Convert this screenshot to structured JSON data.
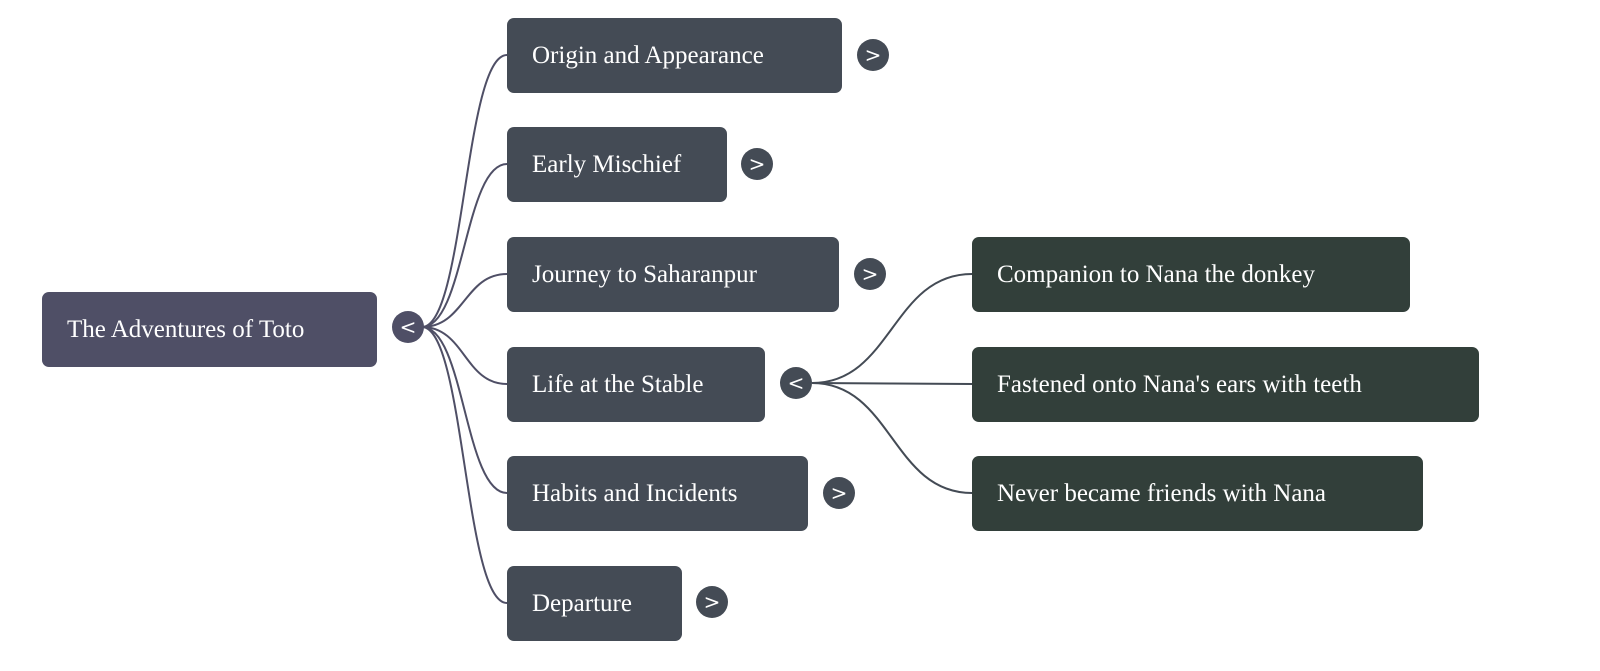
{
  "root": {
    "label": "The Adventures of Toto",
    "toggle": "<"
  },
  "children": [
    {
      "label": "Origin and Appearance",
      "toggle": ">"
    },
    {
      "label": "Early Mischief",
      "toggle": ">"
    },
    {
      "label": "Journey to Saharanpur",
      "toggle": ">"
    },
    {
      "label": "Life at the Stable",
      "toggle": "<",
      "children": [
        {
          "label": "Companion to Nana the donkey"
        },
        {
          "label": "Fastened onto Nana's ears with teeth"
        },
        {
          "label": "Never became friends with Nana"
        }
      ]
    },
    {
      "label": "Habits and Incidents",
      "toggle": ">"
    },
    {
      "label": "Departure",
      "toggle": ">"
    }
  ],
  "colors": {
    "root": "#4f4f66",
    "level1": "#444b55",
    "level2": "#323f3a",
    "link": "#4f4f66"
  }
}
